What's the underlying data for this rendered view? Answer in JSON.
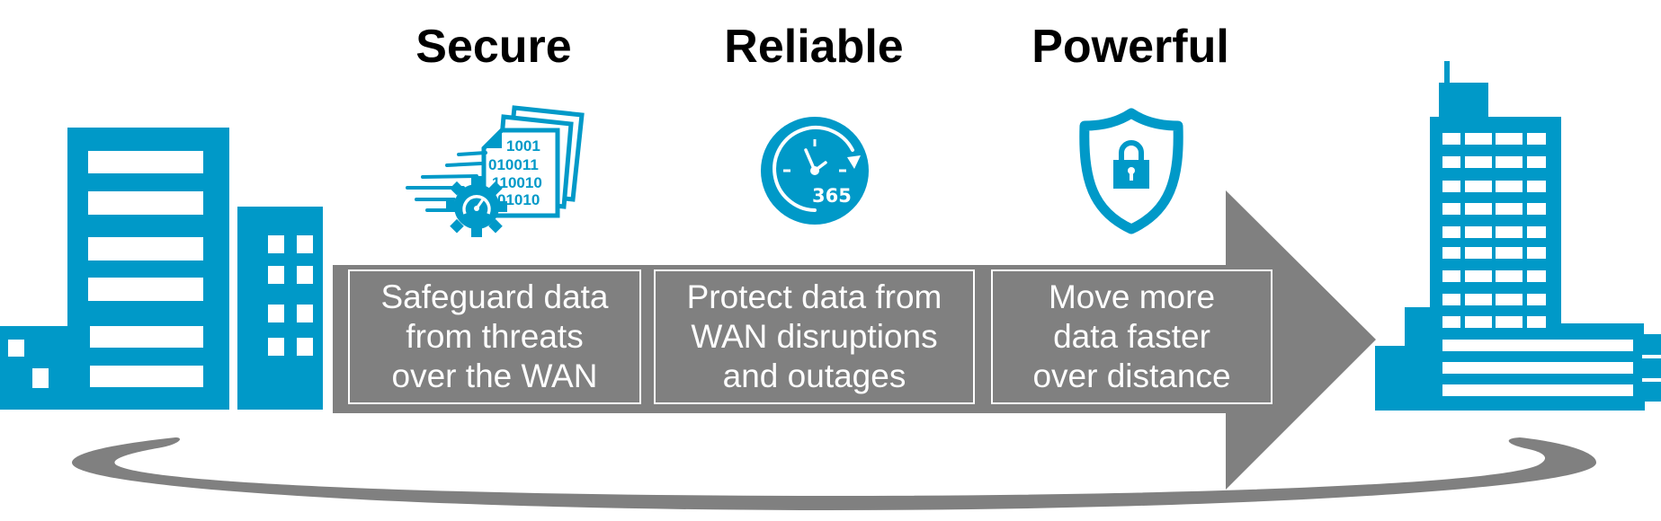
{
  "colors": {
    "brand_blue": "#0099c8",
    "arrow_gray": "#808080",
    "text_black": "#000000",
    "text_white": "#ffffff"
  },
  "headings": [
    {
      "label": "Secure",
      "icon": "binary-documents-gear-icon"
    },
    {
      "label": "Reliable",
      "icon": "clock-365-icon"
    },
    {
      "label": "Powerful",
      "icon": "shield-lock-icon"
    }
  ],
  "icons": {
    "binary_lines": [
      "1001",
      "010011",
      "110010",
      "01010"
    ],
    "clock_label": "365"
  },
  "boxes": [
    {
      "lines": [
        "Safeguard data",
        "from threats",
        "over the WAN"
      ]
    },
    {
      "lines": [
        "Protect data from",
        "WAN disruptions",
        "and outages"
      ]
    },
    {
      "lines": [
        "Move more",
        "data faster",
        "over distance"
      ]
    }
  ],
  "left_endpoint": "office-buildings-icon",
  "right_endpoint": "office-tower-icon"
}
